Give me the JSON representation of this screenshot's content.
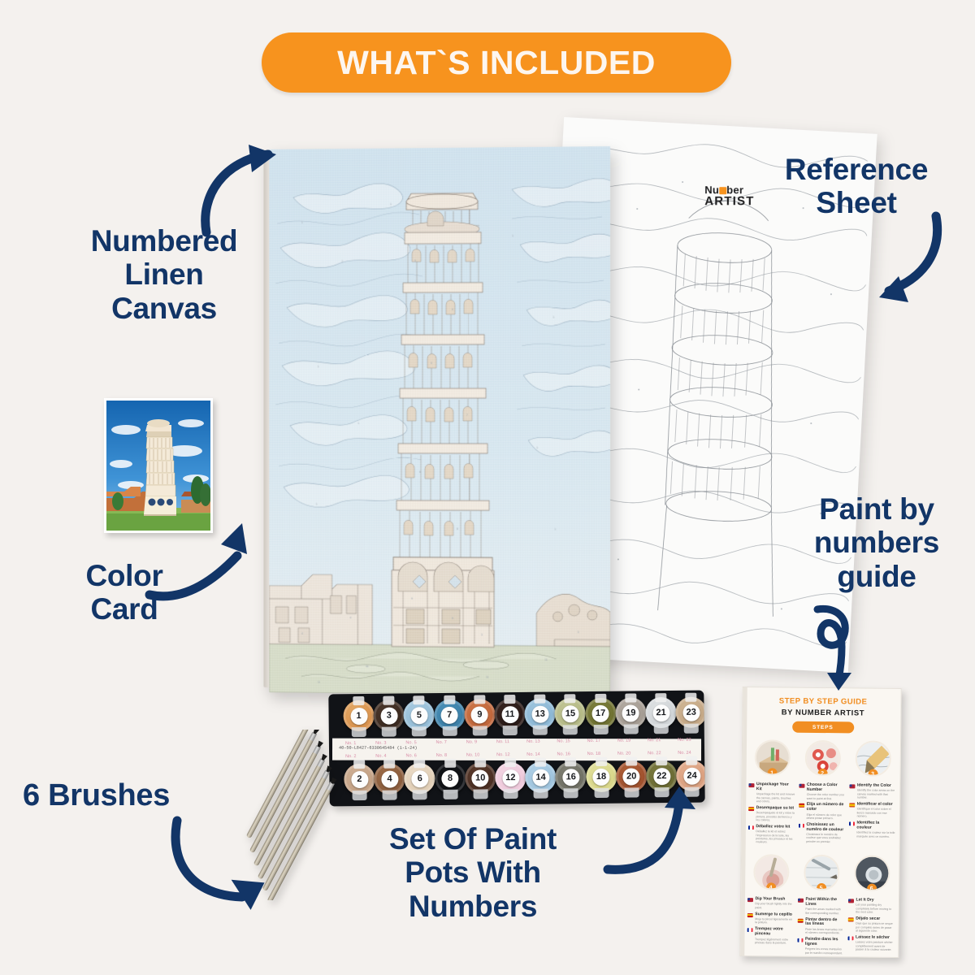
{
  "header": {
    "title": "WHAT`S INCLUDED",
    "pill_color": "#f7931e",
    "text_color": "#fdf6ef"
  },
  "theme": {
    "background": "#f4f1ee",
    "label_color": "#123567",
    "accent": "#f7931e"
  },
  "labels": {
    "canvas": "Numbered\nLinen\nCanvas",
    "canvas_lines": [
      "Numbered",
      "Linen",
      "Canvas"
    ],
    "reference_sheet": "Reference\nSheet",
    "reference_sheet_lines": [
      "Reference",
      "Sheet"
    ],
    "color_card": "Color\nCard",
    "color_card_lines": [
      "Color",
      "Card"
    ],
    "guide": "Paint by\nnumbers\nguide",
    "guide_lines": [
      "Paint by",
      "numbers",
      "guide"
    ],
    "brushes": "6 Brushes",
    "paint_pots": "Set Of Paint\nPots With\nNumbers",
    "paint_pots_lines": [
      "Set Of Paint",
      "Pots With",
      "Numbers"
    ]
  },
  "reference_sheet": {
    "logo_line1": "Number",
    "logo_line2": "ARTIST"
  },
  "paint_tray": {
    "strip_code": "40-50-L8427-6330645484 (1-1-24)",
    "no_prefix": "No.",
    "pots": [
      {
        "number": "1",
        "color": "#d9914c",
        "inner": "#e3a865",
        "row": 1
      },
      {
        "number": "2",
        "color": "#c4a184",
        "inner": "#cdae94",
        "row": 2
      },
      {
        "number": "3",
        "color": "#3b2a20",
        "inner": "#4a362a",
        "row": 1
      },
      {
        "number": "4",
        "color": "#8a5c3c",
        "inner": "#9a6a47",
        "row": 2
      },
      {
        "number": "5",
        "color": "#93bcd6",
        "inner": "#a6c9df",
        "row": 1
      },
      {
        "number": "6",
        "color": "#e0cdb4",
        "inner": "#e9dac6",
        "row": 2
      },
      {
        "number": "7",
        "color": "#3a7ea6",
        "inner": "#4a90b8",
        "row": 1
      },
      {
        "number": "8",
        "color": "#e0a košice",
        "inner": "#eab870",
        "row": 2
      },
      {
        "number": "9",
        "color": "#c0653a",
        "inner": "#cd7547",
        "row": 1
      },
      {
        "number": "10",
        "color": "#4a2e22",
        "inner": "#593a2c",
        "row": 2
      },
      {
        "number": "11",
        "color": "#2a1a16",
        "inner": "#382420",
        "row": 1
      },
      {
        "number": "12",
        "color": "#eec8da",
        "inner": "#f3d5e3",
        "row": 2
      },
      {
        "number": "13",
        "color": "#8ab6d4",
        "inner": "#9dc4dd",
        "row": 1
      },
      {
        "number": "14",
        "color": "#9dc3dd",
        "inner": "#afcfe5",
        "row": 2
      },
      {
        "number": "15",
        "color": "#b3b884",
        "inner": "#c0c494",
        "row": 1
      },
      {
        "number": "16",
        "color": "#6f6f63",
        "inner": "#7e7e72",
        "row": 2
      },
      {
        "number": "17",
        "color": "#6e7030",
        "inner": "#7c7e3c",
        "row": 1
      },
      {
        "number": "18",
        "color": "#d8d687",
        "inner": "#e0df9b",
        "row": 2
      },
      {
        "number": "19",
        "color": "#a39a91",
        "inner": "#b2aaa1",
        "row": 1
      },
      {
        "number": "20",
        "color": "#9e4f2c",
        "inner": "#ad5f38",
        "row": 2
      },
      {
        "number": "21",
        "color": "#cfd3d6",
        "inner": "#dde0e2",
        "row": 1
      },
      {
        "number": "22",
        "color": "#6b6b33",
        "inner": "#79793f",
        "row": 2
      },
      {
        "number": "23",
        "color": "#c3a684",
        "inner": "#cfb594",
        "row": 1
      },
      {
        "number": "24",
        "color": "#d99e7d",
        "inner": "#e3ad8e",
        "row": 2
      }
    ]
  },
  "guide": {
    "title": "STEP BY STEP GUIDE",
    "subtitle": "BY NUMBER ARTIST",
    "pill": "STEPS",
    "steps": [
      {
        "number": "1",
        "en_head": "Unpackage Your Kit",
        "en_body": "Unpackage the kit and remove the canvas, paints, brushes and colors.",
        "es_head": "Desempaque su kit",
        "es_body": "Desempaquete el kit y retire la pintura, pinceles del lienzo y los colores.",
        "fr_head": "Déballez votre kit",
        "fr_body": "Déballez le kit et retirez l'impression de la toile, les peintures, les pinceaux et les couleurs."
      },
      {
        "number": "2",
        "en_head": "Choose a Color Number",
        "en_body": "Choose the color number you want to paint at first.",
        "es_head": "Elija un número de color",
        "es_body": "Elija el número de color que desea pintar primero.",
        "fr_head": "Choisissez un numéro de couleur",
        "fr_body": "Choisissez le numéro de couleur que vous souhaitez peindre en premier."
      },
      {
        "number": "3",
        "en_head": "Identify the Color",
        "en_body": "Identify the color areas on the canvas marked with that number.",
        "es_head": "Identificar el color",
        "es_body": "Identifique el color sobre el lienzo marcado con ese número.",
        "fr_head": "Identifiez la couleur",
        "fr_body": "Identifiez la couleur sur la toile marquée avec ce numéro."
      },
      {
        "number": "4",
        "en_head": "Dip Your Brush",
        "en_body": "Dip your brush lightly into the paint.",
        "es_head": "Sumerge tu cepillo",
        "es_body": "Moja tu pincel ligeramente en la pintura.",
        "fr_head": "Trempez votre pinceau",
        "fr_body": "Trempez légèrement votre pinceau dans la peinture."
      },
      {
        "number": "5",
        "en_head": "Paint Within the Lines",
        "en_body": "Paint the areas marked with the corresponding number.",
        "es_head": "Pintar dentro de las líneas",
        "es_body": "Pinte las áreas marcadas con el número correspondiente.",
        "fr_head": "Peindre dans les lignes",
        "fr_body": "Peignez les zones marquées par le numéro correspondant."
      },
      {
        "number": "6",
        "en_head": "Let It Dry",
        "en_body": "Let your painting dry completely before moving to the next color.",
        "es_head": "Déjalo secar",
        "es_body": "Deje que su pintura se seque por completo antes de pasar al siguiente color.",
        "fr_head": "Laissez le sécher",
        "fr_body": "Laissez votre peinture sécher complètement avant de passer à la couleur suivante."
      }
    ]
  }
}
